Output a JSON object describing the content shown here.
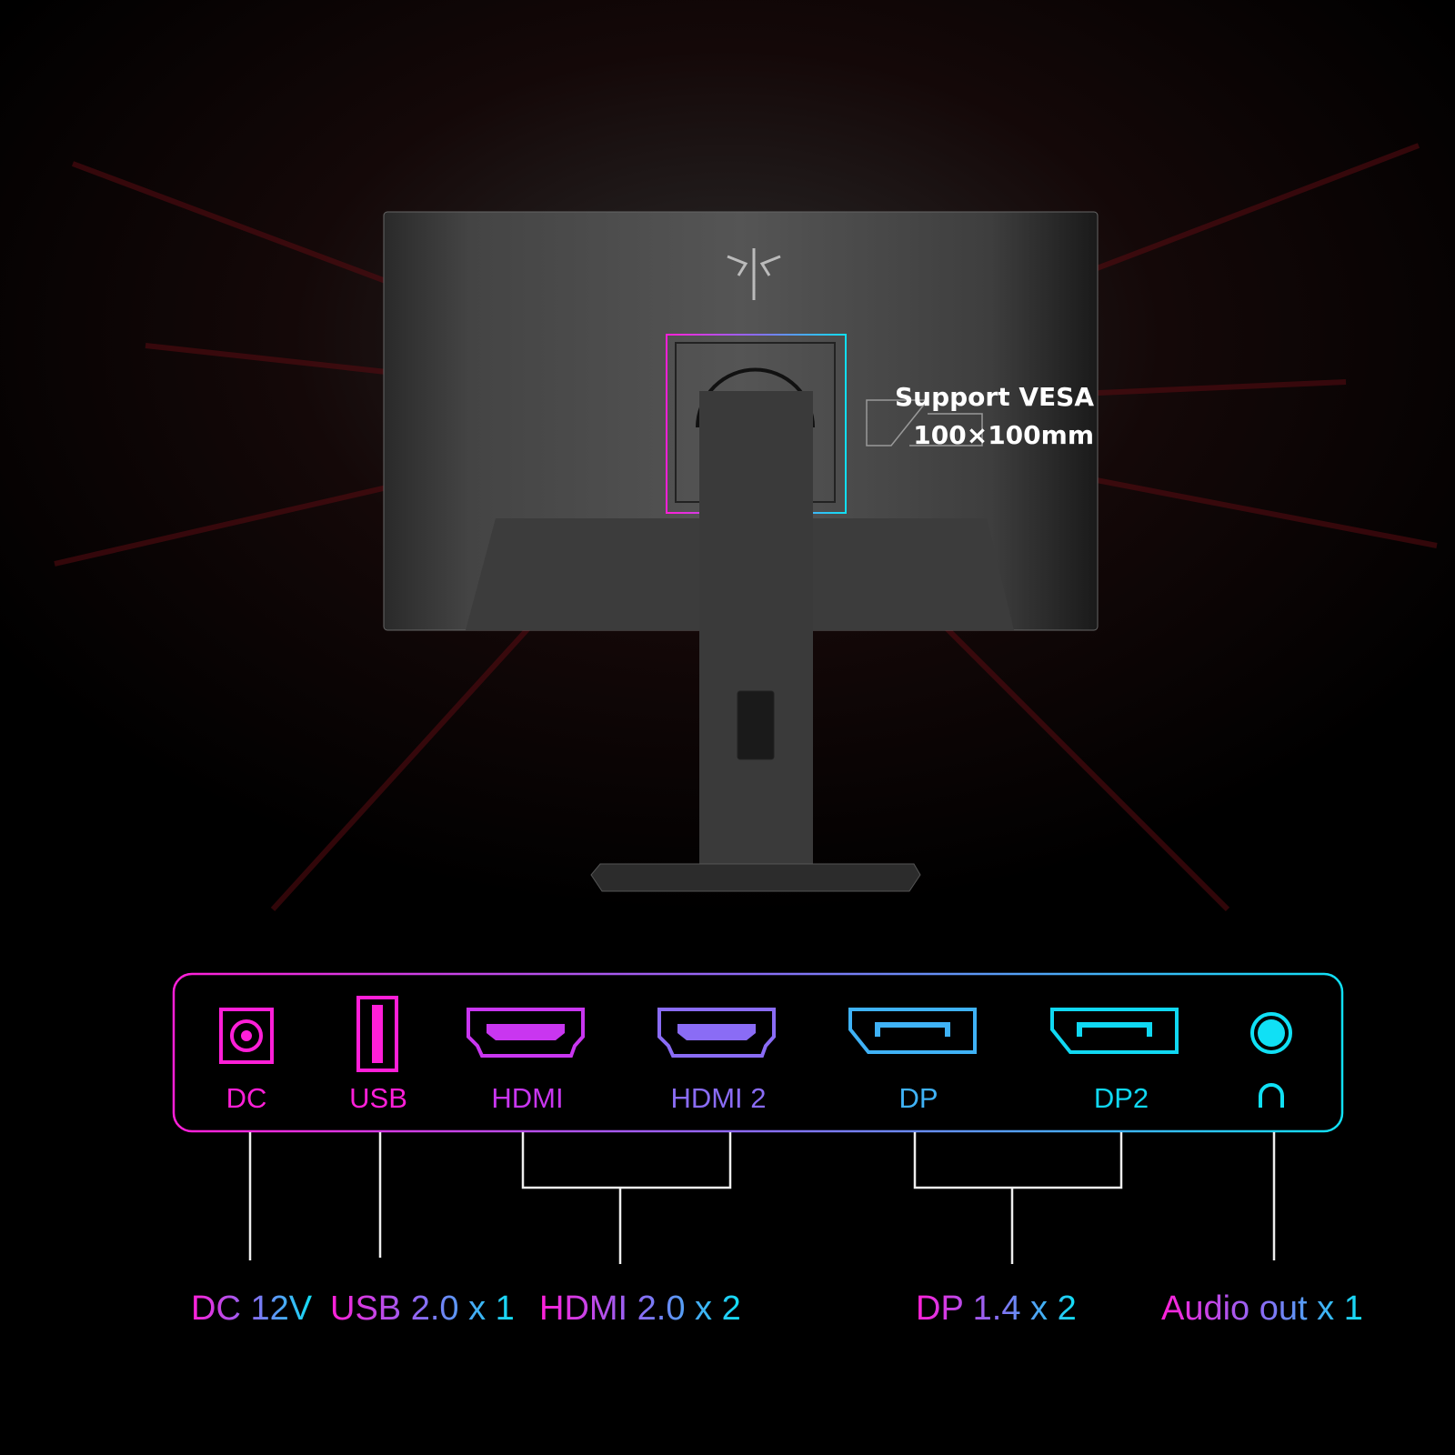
{
  "vesa": {
    "line1": "Support VESA",
    "line2": "100×100mm"
  },
  "ports": [
    {
      "label": "DC",
      "icon": "dc-power-jack-icon",
      "color": "#ff1fd8"
    },
    {
      "label": "USB",
      "icon": "usb-port-icon",
      "color": "#ff1fd8"
    },
    {
      "label": "HDMI",
      "icon": "hdmi-port-icon",
      "color": "#c936f0"
    },
    {
      "label": "HDMI 2",
      "icon": "hdmi-port-icon",
      "color": "#8a6cf5"
    },
    {
      "label": "DP",
      "icon": "displayport-icon",
      "color": "#3fb2f6"
    },
    {
      "label": "DP2",
      "icon": "displayport-icon",
      "color": "#10d8f2"
    },
    {
      "label": "",
      "icon": "headphone-icon",
      "color": "#10e0f5"
    }
  ],
  "specs": [
    {
      "text": "DC 12V"
    },
    {
      "text": "USB 2.0 x 1"
    },
    {
      "text": "HDMI 2.0 x 2"
    },
    {
      "text": "DP 1.4 x 2"
    },
    {
      "text": "Audio out x 1"
    }
  ],
  "colors": {
    "gradient_start": "#ff1fd8",
    "gradient_end": "#10e0f5"
  }
}
